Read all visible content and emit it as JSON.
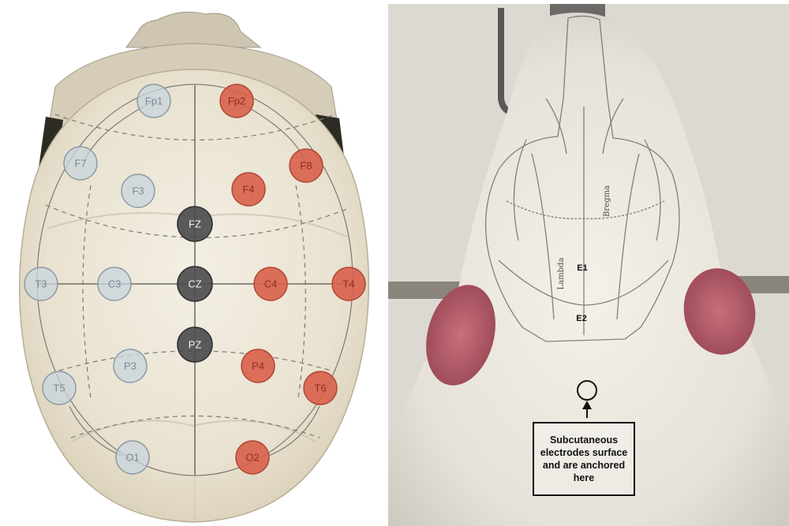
{
  "colors": {
    "left_electrode": "#c8d4dc",
    "right_electrode": "#d8604a",
    "midline_electrode": "#4a4a4c",
    "skull": "#ede7d7"
  },
  "eeg_electrodes": [
    {
      "label": "Fp1",
      "group": "left"
    },
    {
      "label": "Fp2",
      "group": "right"
    },
    {
      "label": "F7",
      "group": "left"
    },
    {
      "label": "F3",
      "group": "left"
    },
    {
      "label": "FZ",
      "group": "midline"
    },
    {
      "label": "F4",
      "group": "right"
    },
    {
      "label": "F8",
      "group": "right"
    },
    {
      "label": "T3",
      "group": "left"
    },
    {
      "label": "C3",
      "group": "left"
    },
    {
      "label": "CZ",
      "group": "midline"
    },
    {
      "label": "C4",
      "group": "right"
    },
    {
      "label": "T4",
      "group": "right"
    },
    {
      "label": "T5",
      "group": "left"
    },
    {
      "label": "P3",
      "group": "left"
    },
    {
      "label": "PZ",
      "group": "midline"
    },
    {
      "label": "P4",
      "group": "right"
    },
    {
      "label": "T6",
      "group": "right"
    },
    {
      "label": "O1",
      "group": "left"
    },
    {
      "label": "O2",
      "group": "right"
    }
  ],
  "rat_skull": {
    "bregma_label": "Bregma",
    "lambda_label": "Lambda",
    "electrode_1": "E1",
    "electrode_2": "E2"
  },
  "callout_text": "Subcutaneous electrodes surface and are anchored here"
}
